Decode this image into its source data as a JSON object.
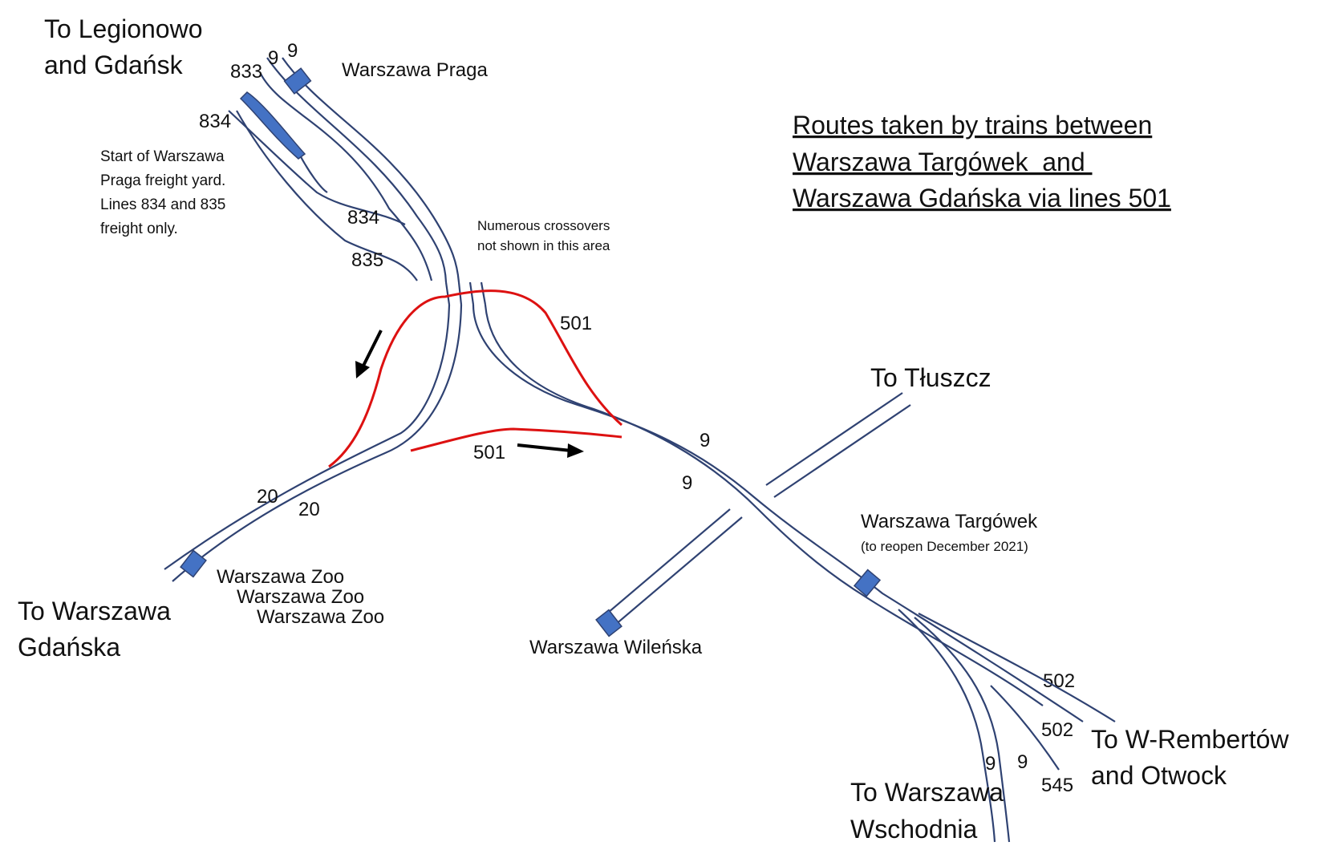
{
  "title_lines": [
    "Routes taken by trains between",
    "Warszawa Targówek  and ",
    "Warszawa Gdańska via lines 501"
  ],
  "destinations": {
    "legionowo": [
      "To Legionowo",
      "and Gdańsk"
    ],
    "gdanska": [
      "To Warszawa",
      "Gdańska"
    ],
    "tluszcz": "To Tłuszcz",
    "rembertow": [
      "To W-Rembertów",
      "and Otwock"
    ],
    "wschodnia": [
      "To Warszawa",
      "Wschodnia"
    ]
  },
  "stations": {
    "praga": "Warszawa Praga",
    "zoo": [
      "Warszawa Zoo",
      "Warszawa Zoo",
      "Warszawa Zoo"
    ],
    "wilenska": "Warszawa Wileńska",
    "targowek": "Warszawa Targówek",
    "targowek_note": "(to reopen December 2021)"
  },
  "notes": {
    "freight": [
      "Start of Warszawa",
      "Praga freight yard.",
      "Lines 834 and 835",
      "freight only."
    ],
    "crossovers": [
      "Numerous crossovers",
      "not shown in this area"
    ]
  },
  "line_numbers": {
    "l833": "833",
    "l9_top_a": "9",
    "l9_top_b": "9",
    "l834_top": "834",
    "l834_mid": "834",
    "l835": "835",
    "l501_upper": "501",
    "l501_lower": "501",
    "l20_a": "20",
    "l20_b": "20",
    "l9_mid_a": "9",
    "l9_mid_b": "9",
    "l502_a": "502",
    "l502_b": "502",
    "l545": "545",
    "l9_bot_a": "9",
    "l9_bot_b": "9"
  },
  "colors": {
    "track": "#2f4272",
    "route": "#dd1111",
    "station": "#4472c4",
    "arrow": "#000000"
  }
}
